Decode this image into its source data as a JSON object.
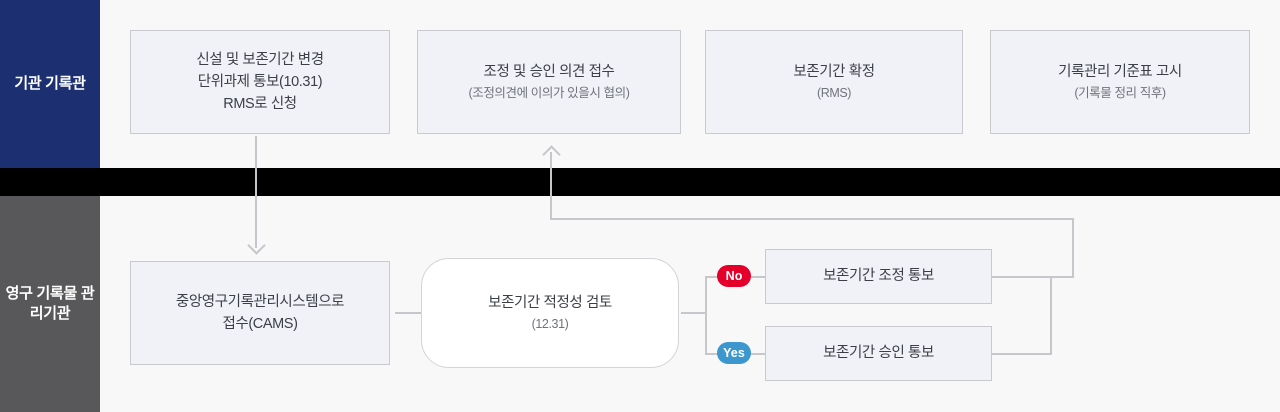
{
  "lanes": [
    {
      "id": "institution-archive",
      "label": "기관\n기록관",
      "color": "#1b2f71"
    },
    {
      "id": "permanent-archive",
      "label": "영구\n기록물\n관리기관",
      "color": "#58585a"
    }
  ],
  "top_row": [
    {
      "id": "notify-unit-task",
      "title": "신설 및 보존기간 변경\n단위과제 통보(10.31)\nRMS로 신청",
      "sub": ""
    },
    {
      "id": "receive-adjust-approval-opinion",
      "title": "조정 및 승인 의견 접수",
      "sub": "(조정의견에 이의가 있을시 협의)"
    },
    {
      "id": "confirm-retention-period",
      "title": "보존기간 확정",
      "sub": "(RMS)"
    },
    {
      "id": "announce-records-standard-table",
      "title": "기록관리 기준표 고시",
      "sub": "(기록물 정리 직후)"
    }
  ],
  "bottom_row": [
    {
      "id": "receive-cams",
      "title": "중앙영구기록관리시스템으로\n접수(CAMS)",
      "sub": ""
    },
    {
      "id": "review-retention-adequacy",
      "title": "보존기간 적정성 검토",
      "sub": "(12.31)",
      "shape": "decision"
    },
    {
      "id": "notify-retention-adjustment",
      "title": "보존기간 조정 통보",
      "sub": ""
    },
    {
      "id": "notify-retention-approval",
      "title": "보존기간 승인 통보",
      "sub": ""
    }
  ],
  "branch_labels": {
    "no": "No",
    "yes": "Yes"
  },
  "colors": {
    "lane_top": "#1b2f71",
    "lane_bottom": "#58585a",
    "band": "#000000",
    "box_fill": "#f1f2f7",
    "box_border": "#c9cace",
    "decision_fill": "#ffffff",
    "connector": "#c6c7ca",
    "no_badge": "#e4002b",
    "yes_badge": "#3d97cf",
    "canvas": "#f8f8f9"
  }
}
